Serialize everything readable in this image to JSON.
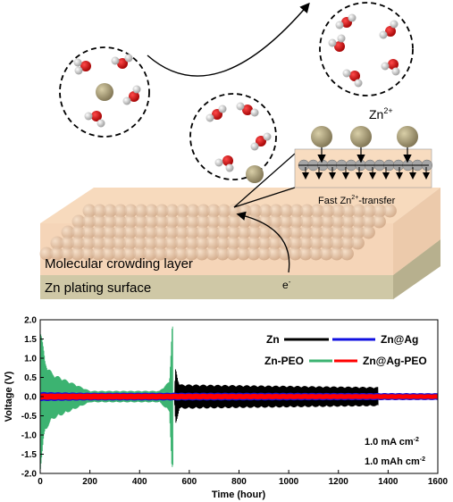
{
  "illustration": {
    "zn_ion_label": "Zn",
    "zn_ion_charge": "2+",
    "fast_transfer_prefix": "Fast Zn",
    "fast_transfer_suffix": "-transfer",
    "crowding_layer_label": "Molecular crowding layer",
    "plating_surface_label": "Zn plating surface",
    "electron_label": "e",
    "electron_charge": "-"
  },
  "chart_data": {
    "type": "line",
    "xlabel": "Time (hour)",
    "ylabel": "Voltage (V)",
    "xlim": [
      0,
      1600
    ],
    "ylim": [
      -2.0,
      2.0
    ],
    "xticks": [
      0,
      200,
      400,
      600,
      800,
      1000,
      1200,
      1400,
      1600
    ],
    "yticks": [
      -2.0,
      -1.5,
      -1.0,
      -0.5,
      0.0,
      0.5,
      1.0,
      1.5,
      2.0
    ],
    "legend": "top-right",
    "annotations": [
      "1.0 mA cm",
      "1.0 mAh cm"
    ],
    "annotation_exponent": "-2",
    "series": [
      {
        "name": "Zn",
        "color": "#000000",
        "x_end": 1360,
        "amplitude_by_hour": [
          [
            0,
            0.1
          ],
          [
            540,
            0.1
          ],
          [
            545,
            0.75
          ],
          [
            560,
            0.32
          ],
          [
            1360,
            0.25
          ]
        ]
      },
      {
        "name": "Zn@Ag",
        "color": "#1010e0",
        "x_end": 1600,
        "amplitude_by_hour": [
          [
            0,
            0.12
          ],
          [
            200,
            0.1
          ],
          [
            800,
            0.1
          ],
          [
            1600,
            0.09
          ]
        ]
      },
      {
        "name": "Zn-PEO",
        "color": "#3cb371",
        "x_end": 535,
        "amplitude_by_hour": [
          [
            0,
            1.95
          ],
          [
            20,
            0.9
          ],
          [
            50,
            0.6
          ],
          [
            100,
            0.45
          ],
          [
            200,
            0.15
          ],
          [
            480,
            0.15
          ],
          [
            520,
            0.4
          ],
          [
            530,
            1.9
          ]
        ]
      },
      {
        "name": "Zn@Ag-PEO",
        "color": "#ff0000",
        "x_end": 1600,
        "amplitude_by_hour": [
          [
            0,
            0.08
          ],
          [
            1600,
            0.06
          ]
        ]
      }
    ]
  }
}
